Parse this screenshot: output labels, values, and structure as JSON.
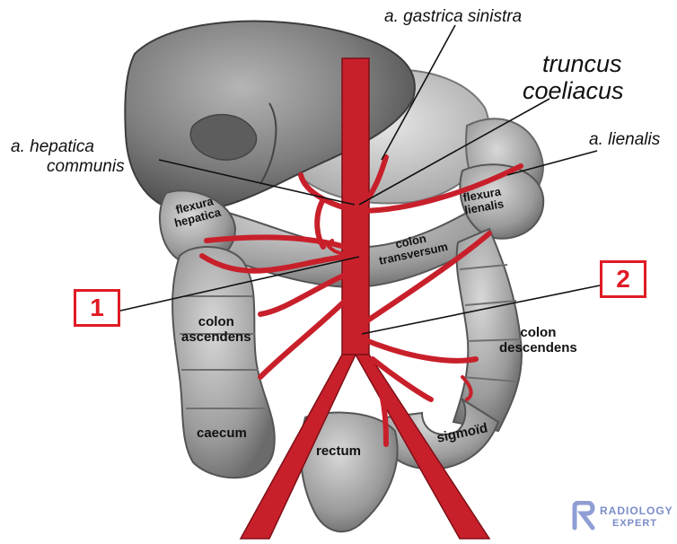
{
  "labels": {
    "gastrica_sinistra": "a. gastrica sinistra",
    "truncus_line1": "truncus",
    "truncus_line2": "coeliacus",
    "hepatica_line1": "a. hepatica",
    "hepatica_line2": "communis",
    "lienalis": "a. lienalis"
  },
  "organs": {
    "flexura_hepatica_1": "flexura",
    "flexura_hepatica_2": "hepatica",
    "flexura_lienalis_1": "flexura",
    "flexura_lienalis_2": "lienalis",
    "colon_transversum_1": "colon",
    "colon_transversum_2": "transversum",
    "colon_ascendens_1": "colon",
    "colon_ascendens_2": "ascendens",
    "colon_descendens_1": "colon",
    "colon_descendens_2": "descendens",
    "caecum": "caecum",
    "rectum": "rectum",
    "sigmoid": "sigmoïd"
  },
  "markers": {
    "one": "1",
    "two": "2"
  },
  "logo": {
    "line1": "RADIOLOGY",
    "line2": "EXPERT"
  },
  "colors": {
    "artery": "#c8202b",
    "marker": "#e01b24",
    "organ_gray": "#8c8c8c"
  }
}
